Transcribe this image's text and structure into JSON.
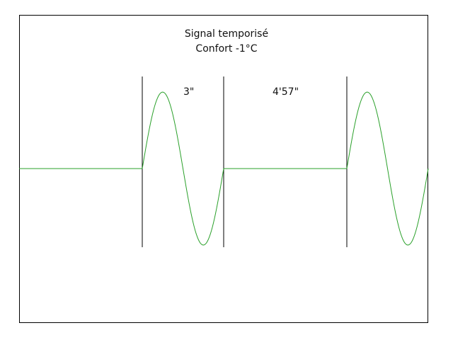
{
  "diagram": {
    "title_line1": "Signal temporisé",
    "title_line2": "Confort -1°C",
    "pulse_duration": "3\"",
    "pause_duration": "4'57\"",
    "signal_color": "#2aa02a",
    "marker_color": "#000000"
  }
}
